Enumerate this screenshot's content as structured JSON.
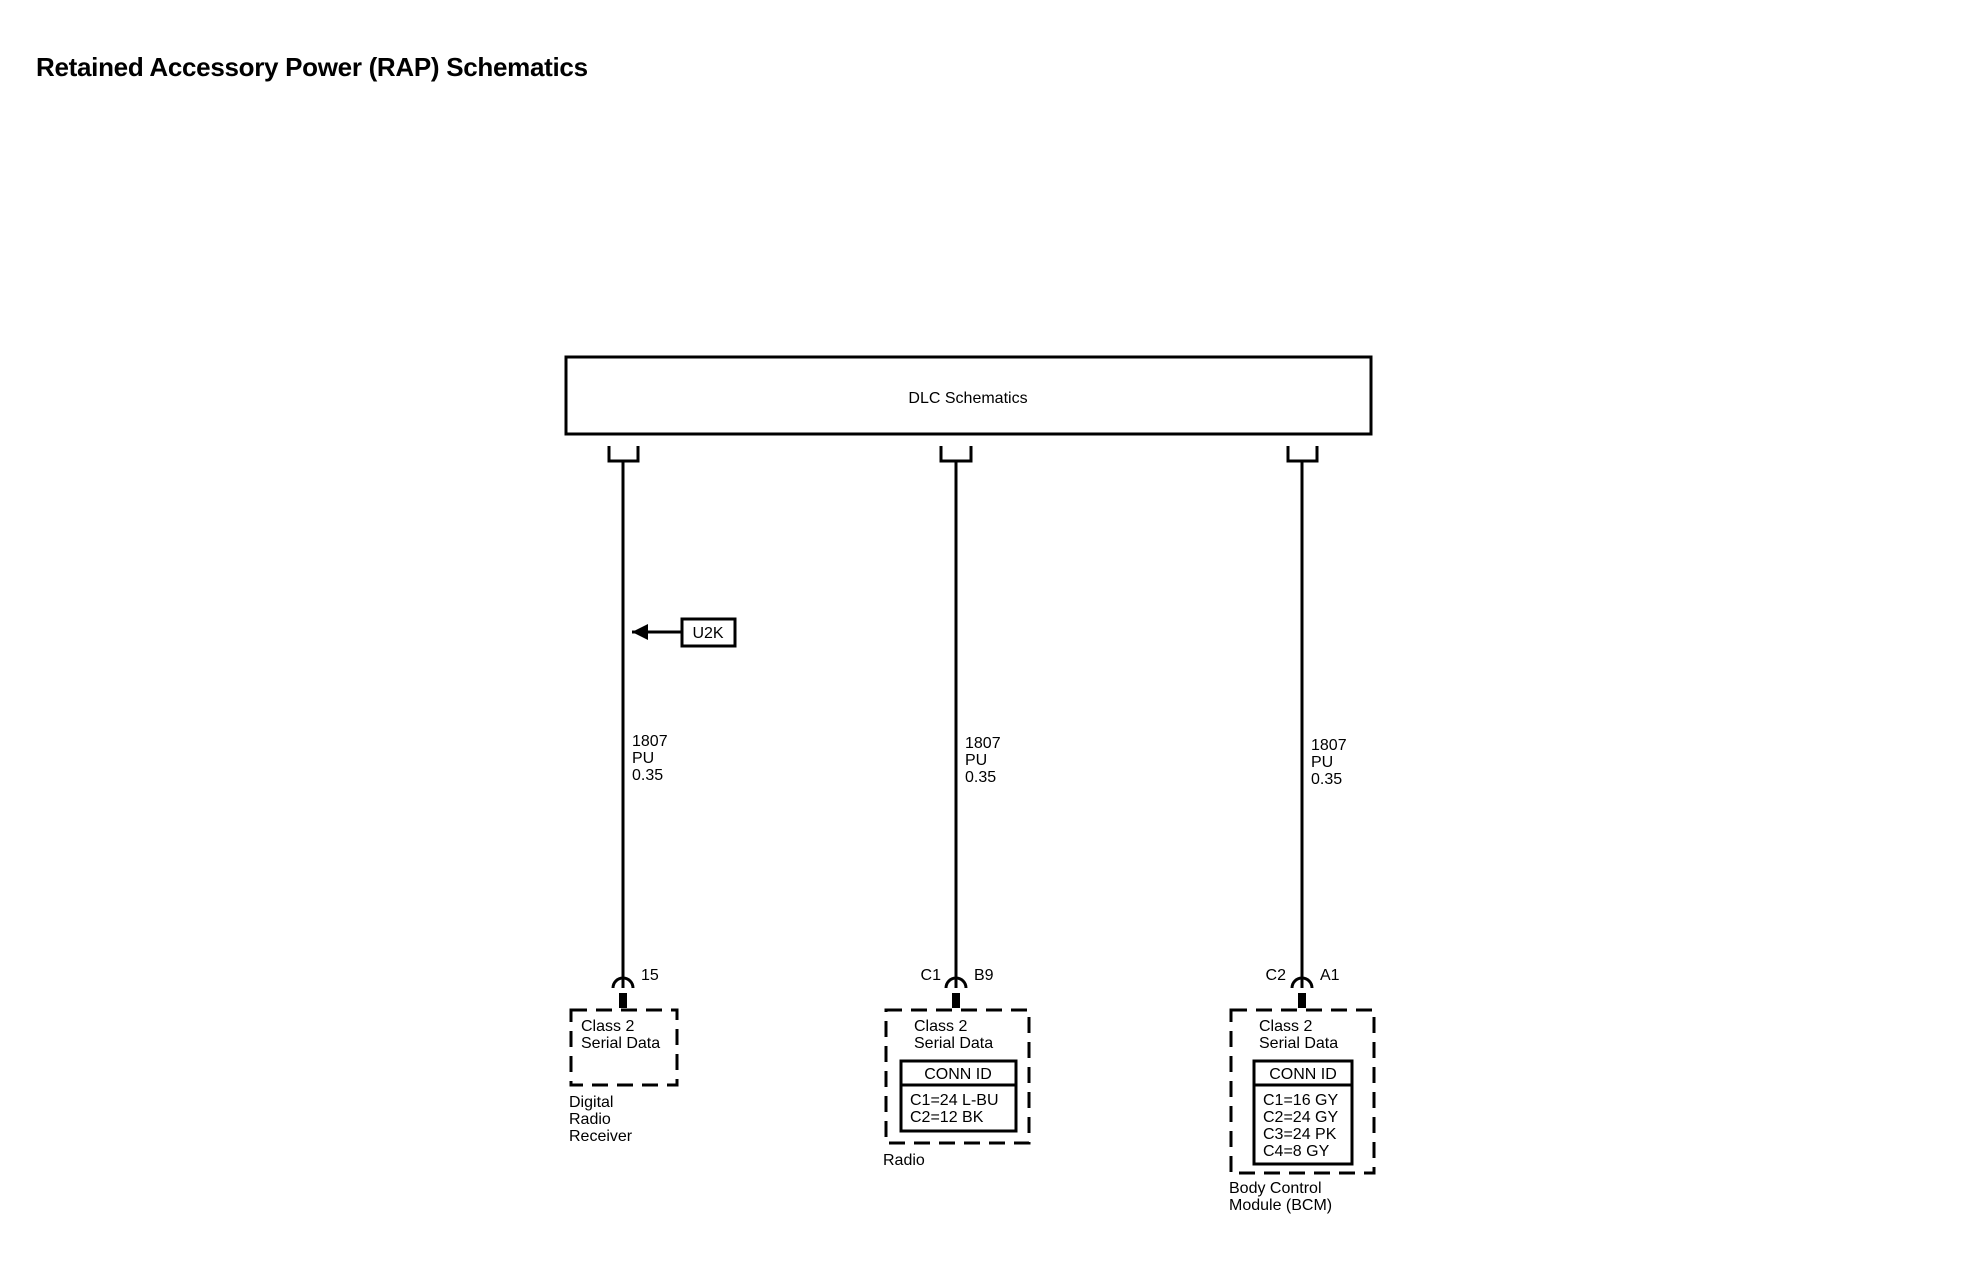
{
  "page": {
    "title": "Retained Accessory Power (RAP) Schematics"
  },
  "dlc": {
    "label": "DLC Schematics"
  },
  "u2k": {
    "label": "U2K"
  },
  "modules": [
    {
      "id": "drr",
      "wire": [
        "1807",
        "PU",
        "0.35"
      ],
      "pin": "15",
      "connector": "",
      "function": [
        "Class 2",
        "Serial Data"
      ],
      "name": [
        "Digital",
        "Radio",
        "Receiver"
      ],
      "conn_id": null
    },
    {
      "id": "radio",
      "wire": [
        "1807",
        "PU",
        "0.35"
      ],
      "pin": "B9",
      "connector": "C1",
      "function": [
        "Class 2",
        "Serial Data"
      ],
      "name": [
        "Radio"
      ],
      "conn_id": {
        "header": "CONN ID",
        "rows": [
          "C1=24 L-BU",
          "C2=12 BK"
        ]
      }
    },
    {
      "id": "bcm",
      "wire": [
        "1807",
        "PU",
        "0.35"
      ],
      "pin": "A1",
      "connector": "C2",
      "function": [
        "Class 2",
        "Serial Data"
      ],
      "name": [
        "Body Control",
        "Module (BCM)"
      ],
      "conn_id": {
        "header": "CONN ID",
        "rows": [
          "C1=16 GY",
          "C2=24 GY",
          "C3=24 PK",
          "C4=8 GY"
        ]
      }
    }
  ]
}
